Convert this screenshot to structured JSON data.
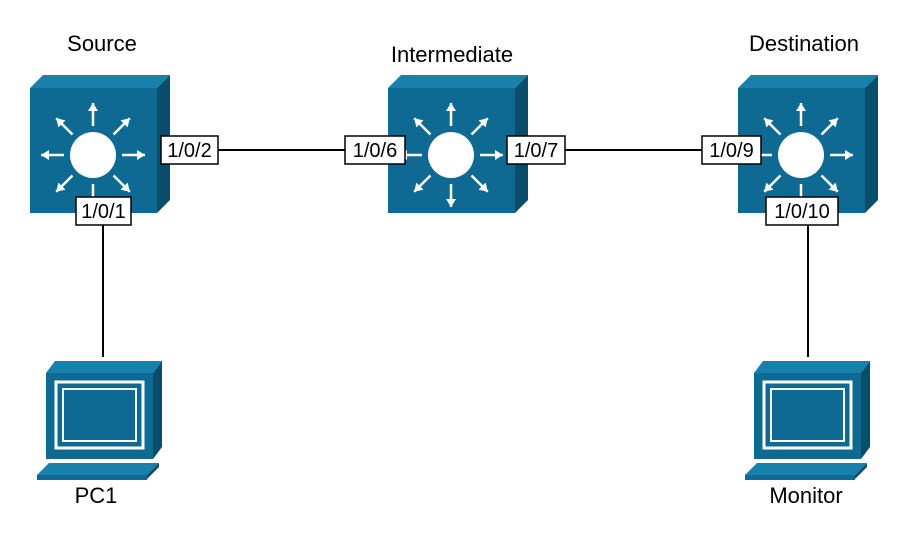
{
  "colors": {
    "device_front": "#0e6a92",
    "device_side": "#0a4d6a",
    "device_top": "#1780ab",
    "switch_circle": "#ffffff",
    "arrow": "#ffffff",
    "link": "#000000",
    "screen": "#ffffff"
  },
  "switches": {
    "source": {
      "name": "Source",
      "icon": "layer3-switch-icon"
    },
    "intermediate": {
      "name": "Intermediate",
      "icon": "layer3-switch-icon"
    },
    "destination": {
      "name": "Destination",
      "icon": "layer3-switch-icon"
    }
  },
  "hosts": {
    "pc1": {
      "name": "PC1",
      "icon": "workstation-icon"
    },
    "monitor": {
      "name": "Monitor",
      "icon": "workstation-icon"
    }
  },
  "ports": {
    "source_to_pc": "1/0/1",
    "source_to_intermediate": "1/0/2",
    "intermediate_from_source": "1/0/6",
    "intermediate_to_destination": "1/0/7",
    "destination_from_intermediate": "1/0/9",
    "destination_to_monitor": "1/0/10"
  }
}
